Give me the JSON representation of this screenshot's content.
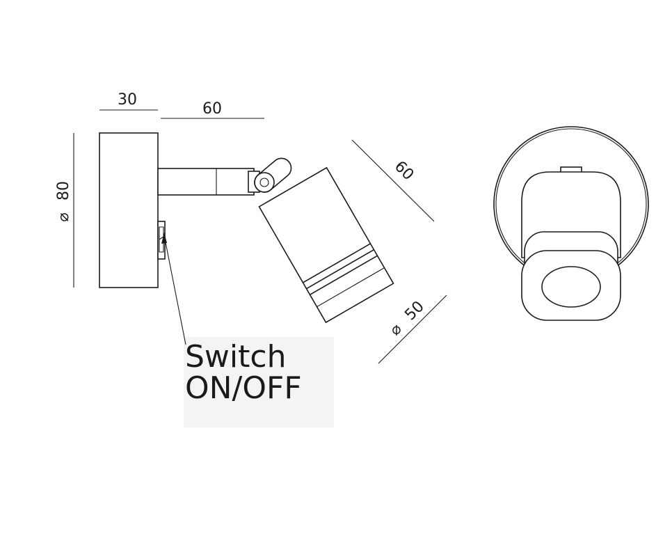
{
  "dimensions": {
    "base_depth": "30",
    "arm_length": "60",
    "base_diameter": "80",
    "head_length": "60",
    "head_diameter": "50",
    "diameter_symbol": "⌀"
  },
  "callout": {
    "line1": "Switch",
    "line2": "ON/OFF"
  }
}
